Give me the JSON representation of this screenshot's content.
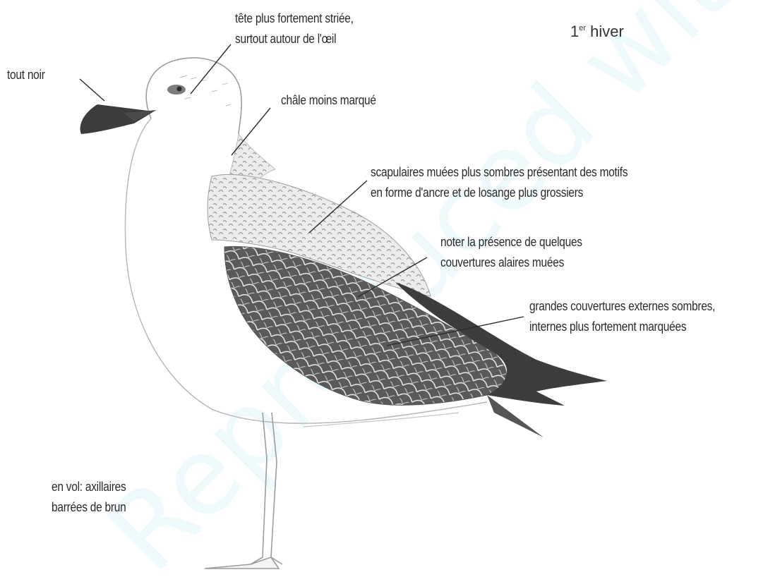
{
  "season": {
    "prefix": "1",
    "suffix": "er",
    "word": "hiver"
  },
  "watermark": "Reproduced with Scanner",
  "labels": {
    "bill": [
      "tout noir"
    ],
    "head": [
      "tête plus fortement striée,",
      "surtout autour de l'œil"
    ],
    "shawl": [
      "châle moins marqué"
    ],
    "scapulars": [
      "scapulaires muées plus sombres présentant des motifs",
      "en forme d'ancre et de losange plus grossiers"
    ],
    "coverts": [
      "noter la présence de quelques",
      "couvertures alaires muées"
    ],
    "greater_coverts": [
      "grandes couvertures externes sombres,",
      "internes plus fortement marquées"
    ],
    "flight": [
      "en vol: axillaires",
      "barrées de brun"
    ]
  }
}
